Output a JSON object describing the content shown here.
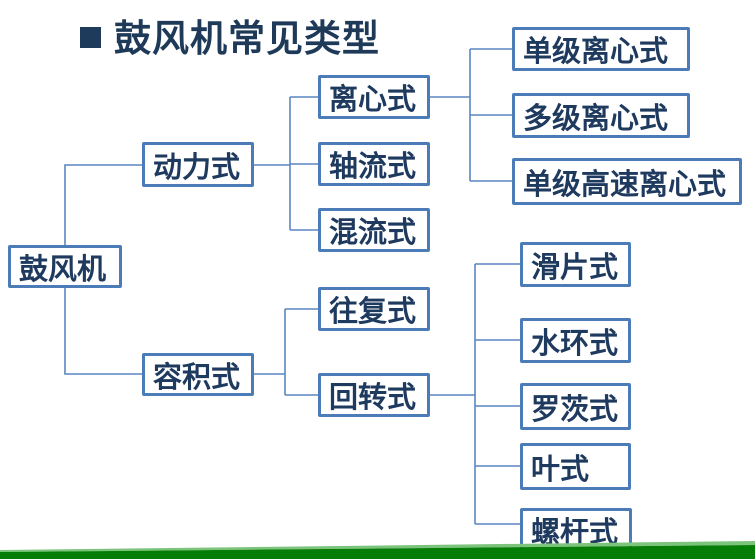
{
  "page": {
    "title_bullet": "■",
    "title": "鼓风机常见类型"
  },
  "colors": {
    "title_text": "#1E3A58",
    "box_border": "#4C7CB8",
    "box_text": "#1F3A5F",
    "connector_line": "#5A86C2",
    "footer_green_dark": "#067D06",
    "footer_green_light": "#7CC47C",
    "background": "#FFFFFF"
  },
  "diagram": {
    "type": "tree",
    "hierarchy": {
      "鼓风机": {
        "动力式": {
          "离心式": [
            "单级离心式",
            "多级离心式",
            "单级高速离心式"
          ],
          "轴流式": [],
          "混流式": []
        },
        "容积式": {
          "往复式": [],
          "回转式": [
            "滑片式",
            "水环式",
            "罗茨式",
            "叶式",
            "螺杆式"
          ]
        }
      }
    },
    "nodes": [
      {
        "id": "blower-root",
        "label": "鼓风机"
      },
      {
        "id": "dynamic-type",
        "label": "动力式"
      },
      {
        "id": "positive-displacement",
        "label": "容积式"
      },
      {
        "id": "centrifugal",
        "label": "离心式"
      },
      {
        "id": "axial-flow",
        "label": "轴流式"
      },
      {
        "id": "mixed-flow",
        "label": "混流式"
      },
      {
        "id": "reciprocating",
        "label": "往复式"
      },
      {
        "id": "rotary",
        "label": "回转式"
      },
      {
        "id": "single-stage-centrifugal",
        "label": "单级离心式"
      },
      {
        "id": "multi-stage-centrifugal",
        "label": "多级离心式"
      },
      {
        "id": "single-stage-high-speed-centrifugal",
        "label": "单级高速离心式"
      },
      {
        "id": "sliding-vane",
        "label": "滑片式"
      },
      {
        "id": "water-ring",
        "label": "水环式"
      },
      {
        "id": "roots",
        "label": "罗茨式"
      },
      {
        "id": "vane",
        "label": "叶式"
      },
      {
        "id": "screw",
        "label": "螺杆式"
      }
    ]
  }
}
